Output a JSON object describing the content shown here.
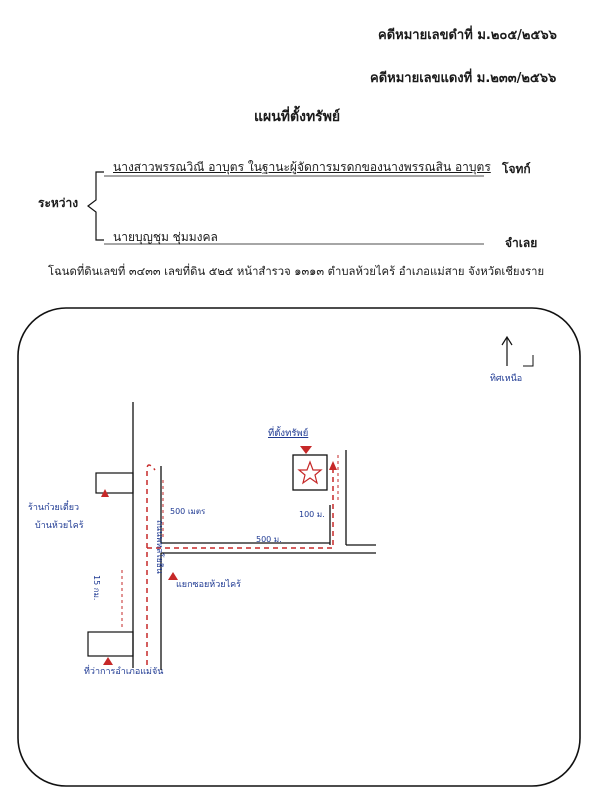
{
  "header": {
    "black_case_no": "คดีหมายเลขดำที่ ม.๒๐๕/๒๕๖๖",
    "red_case_no": "คดีหมายเลขแดงที่ ม.๒๓๓/๒๕๖๖"
  },
  "title": "แผนที่ตั้งทรัพย์",
  "parties": {
    "between_label": "ระหว่าง",
    "plaintiff_name": "นางสาวพรรณวิณี อาบุตร ในฐานะผู้จัดการมรดกของนางพรรณสิน อาบุตร",
    "plaintiff_role": "โจทก์",
    "defendant_name": "นายบุญชุม ชุ่มมงคล",
    "defendant_role": "จำเลย"
  },
  "deed_line": "โฉนดที่ดินเลขที่ ๓๔๓๓ เลขที่ดิน ๕๒๕ หน้าสำรวจ ๑๓๑๓ ตำบลห้วยไคร้ อำเภอแม่สาย จังหวัดเชียงราย",
  "map": {
    "north_label": "ทิศเหนือ",
    "property_label": "ที่ตั้งทรัพย์",
    "landmark_top_left": [
      "ร้านก๋วยเตี๋ยว",
      "บ้านห้วยไคร้"
    ],
    "road_name": "ถนนพหลโยธิน",
    "landmark_mid": "แยกซอยห้วยไคร้",
    "landmark_bottom": "ที่ว่าการอำเภอแม่จัน",
    "dist_500_vertical": "500 เมตร",
    "dist_500_horizontal": "500 ม.",
    "dist_100": "100 ม.",
    "dist_15km": "15 กม.",
    "colors": {
      "ink": "#1f3a93",
      "marker": "#c62828",
      "frame": "#111111"
    }
  }
}
